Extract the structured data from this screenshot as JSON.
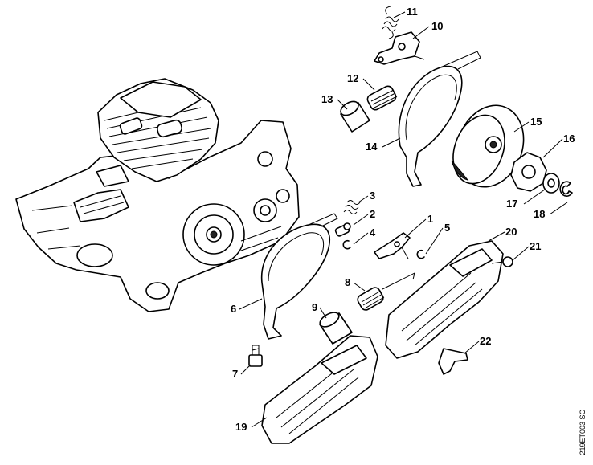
{
  "labels": {
    "p1": "1",
    "p2": "2",
    "p3": "3",
    "p4": "4",
    "p5": "5",
    "p6": "6",
    "p7": "7",
    "p8": "8",
    "p9": "9",
    "p10": "10",
    "p11": "11",
    "p12": "12",
    "p13": "13",
    "p14": "14",
    "p15": "15",
    "p16": "16",
    "p17": "17",
    "p18": "18",
    "p19": "19",
    "p20": "20",
    "p21": "21",
    "p22": "22"
  },
  "reference_code": "219ET003 SC"
}
